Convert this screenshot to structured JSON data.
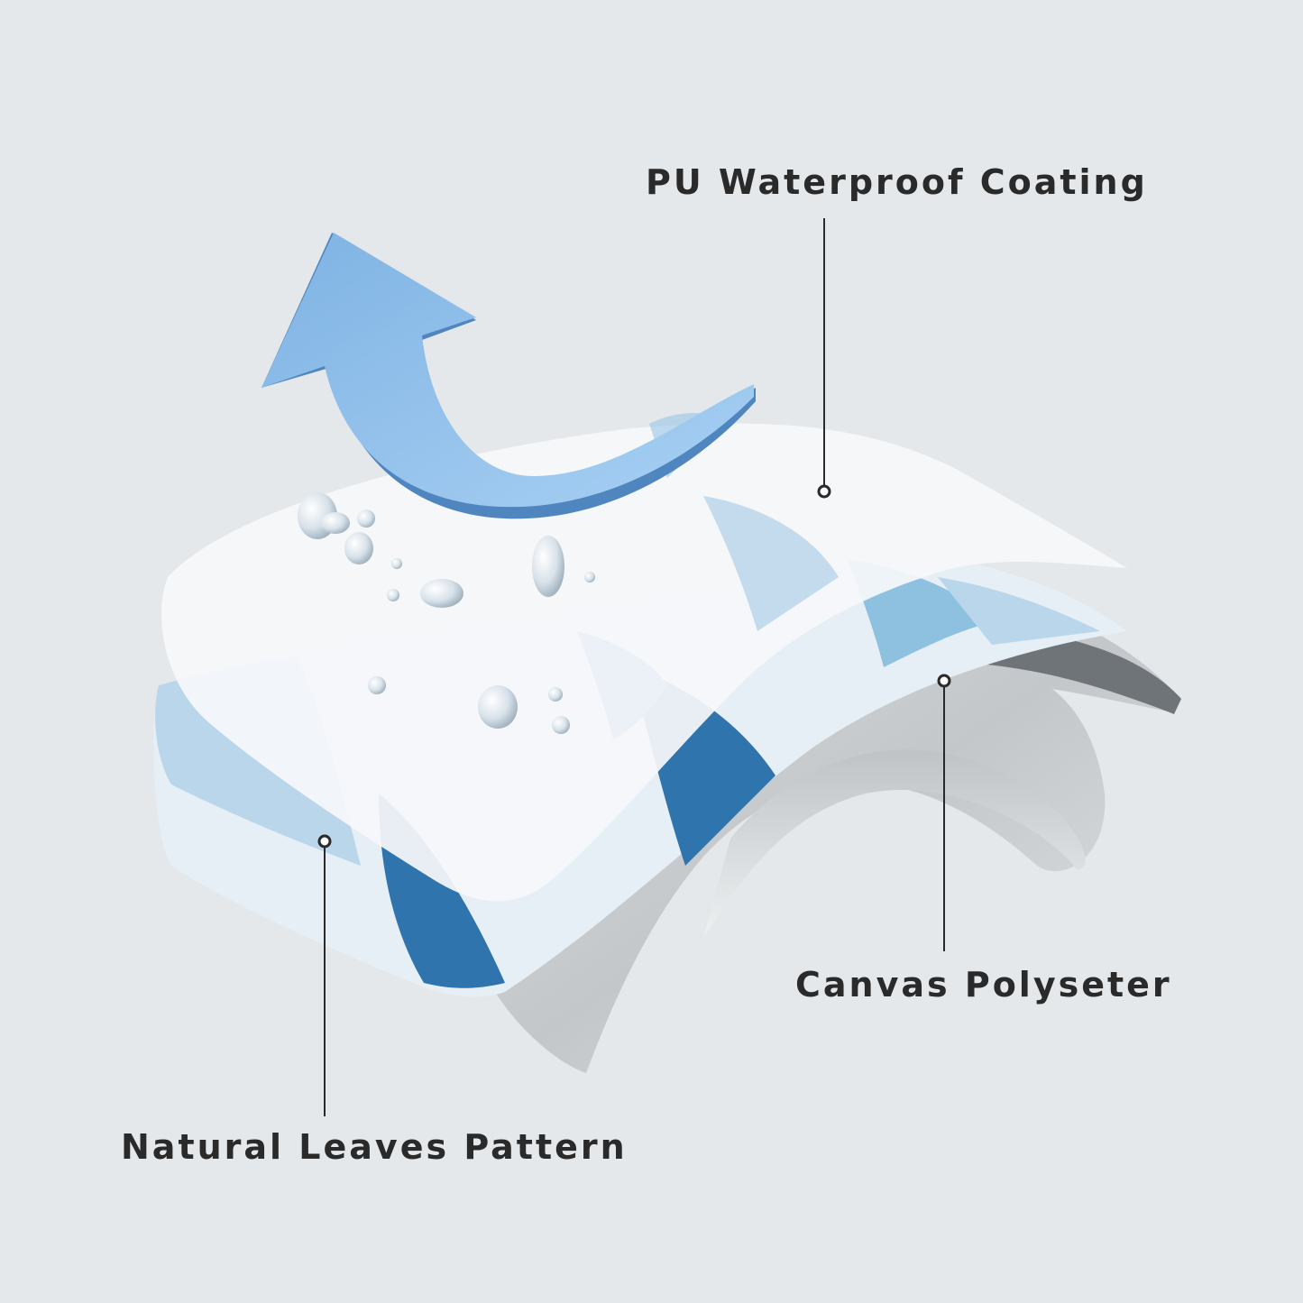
{
  "labels": {
    "coating": "PU Waterproof Coating",
    "canvas": "Canvas Polyseter",
    "pattern": "Natural Leaves Pattern"
  },
  "icons": {
    "arrow": "curved-arrow-icon",
    "water": "water-droplet-icon"
  },
  "colors": {
    "background": "#e4e8eb",
    "text": "#2a2a2a",
    "arrow_face": "#8dbde8",
    "arrow_edge": "#4f86bf",
    "leaf_dark": "#2f74ad",
    "leaf_light": "#8ec0e0",
    "coating": "#f6f8fa",
    "canvas_back": "#cfd3d6"
  }
}
